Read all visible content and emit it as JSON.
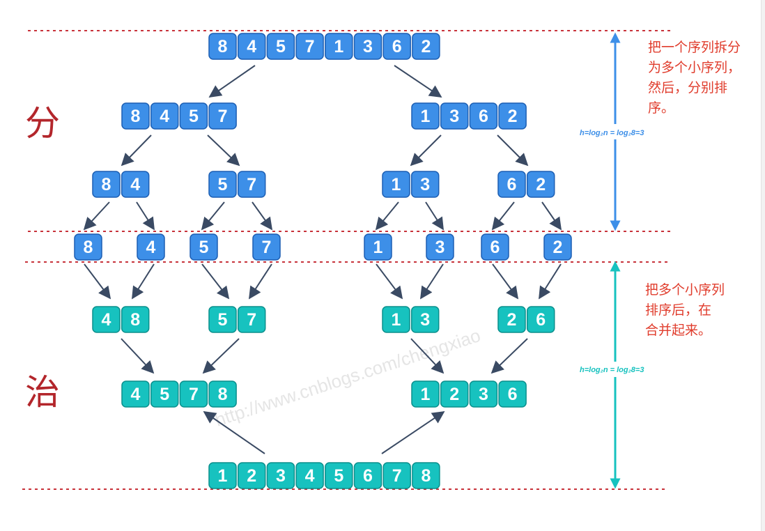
{
  "colors": {
    "divide_fill": "#3d8fe8",
    "divide_stroke": "#1d5fb3",
    "conquer_fill": "#17c2bf",
    "conquer_stroke": "#0b8f8c",
    "arrow": "#3a4a63",
    "dashed_line": "#c8323a",
    "label": "#b3262b",
    "note": "#e03c2c",
    "divide_formula": "#3d8fe8",
    "conquer_formula": "#17c2bf"
  },
  "labels": {
    "divide": "分",
    "conquer": "治"
  },
  "notes": {
    "divide": [
      "把一个序列拆分",
      "为多个小序列，",
      "然后，分别排",
      "序。"
    ],
    "conquer": [
      "把多个小序列",
      "排序后，在",
      "合并起来。"
    ]
  },
  "formula": {
    "divide": "h=log₂n = log₂8=3",
    "conquer": "h=log₂n = log₂8=3"
  },
  "watermark": "http://www.cnblogs.com/chengxiao",
  "divide_tree": {
    "level0": [
      "8 4 5 7 1 3 6 2"
    ],
    "level1": [
      "8 4 5 7",
      "1 3 6 2"
    ],
    "level2": [
      "8 4",
      "5 7",
      "1 3",
      "6 2"
    ],
    "level3": [
      "8",
      "4",
      "5",
      "7",
      "1",
      "3",
      "6",
      "2"
    ]
  },
  "conquer_tree": {
    "level0": [
      "4 8",
      "5 7",
      "1 3",
      "2 6"
    ],
    "level1": [
      "4 5 7 8",
      "1 2 3 6"
    ],
    "level2": [
      "1 2 3 4 5 6 7 8"
    ]
  }
}
